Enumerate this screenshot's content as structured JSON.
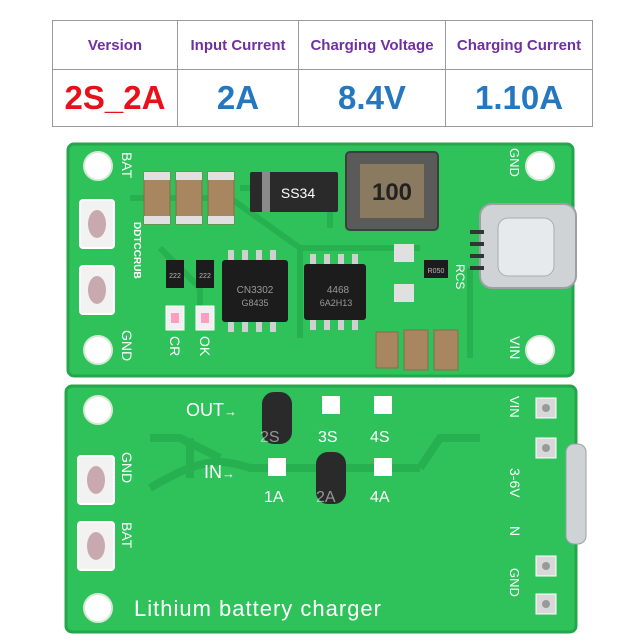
{
  "spec_table": {
    "headers": [
      "Version",
      "Input Current",
      "Charging Voltage",
      "Charging Current"
    ],
    "values": [
      "2S_2A",
      "2A",
      "8.4V",
      "1.10A"
    ],
    "header_color": "#7030a0",
    "version_color": "#e8111a",
    "value_color": "#2478c0"
  },
  "top_board": {
    "silkscreen": {
      "bat": "BAT",
      "gnd_left": "GND",
      "gnd_right": "GND",
      "vin": "VIN",
      "ok": "OK",
      "cr": "CR",
      "brand": "DDTCCRUB",
      "rcs": "RCS"
    },
    "components": {
      "diode": "SS34",
      "inductor": "100",
      "ic1": "CN3302",
      "ic1_sub": "G8435",
      "ic2": "4468",
      "ic2_sub": "6A2H13",
      "resistor": "R050",
      "r1": "222",
      "r2": "222"
    }
  },
  "bottom_board": {
    "silkscreen": {
      "out": "OUT",
      "in": "IN",
      "s2": "2S",
      "s3": "3S",
      "s4": "4S",
      "a1": "1A",
      "a2": "2A",
      "a4": "4A",
      "gnd_left": "GND",
      "bat": "BAT",
      "vin": "VIN",
      "range": "3-6V",
      "n": "N",
      "gnd_right": "GND",
      "caption": "Lithium battery charger"
    }
  },
  "colors": {
    "pcb_green": "#2fc25a",
    "pcb_edge": "#25a64b",
    "silkscreen": "#ffffff"
  }
}
